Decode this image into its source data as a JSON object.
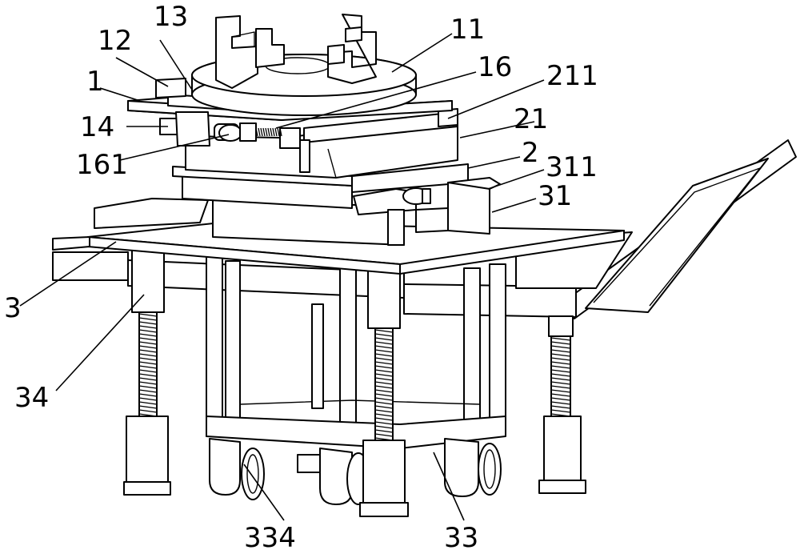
{
  "labels": {
    "l_13": "13",
    "l_12": "12",
    "l_11": "11",
    "l_16": "16",
    "l_211": "211",
    "l_1": "1",
    "l_21": "21",
    "l_14": "14",
    "l_161": "161",
    "l_2": "2",
    "l_311": "311",
    "l_31": "31",
    "l_3": "3",
    "l_34": "34",
    "l_334": "334",
    "l_33": "33"
  }
}
